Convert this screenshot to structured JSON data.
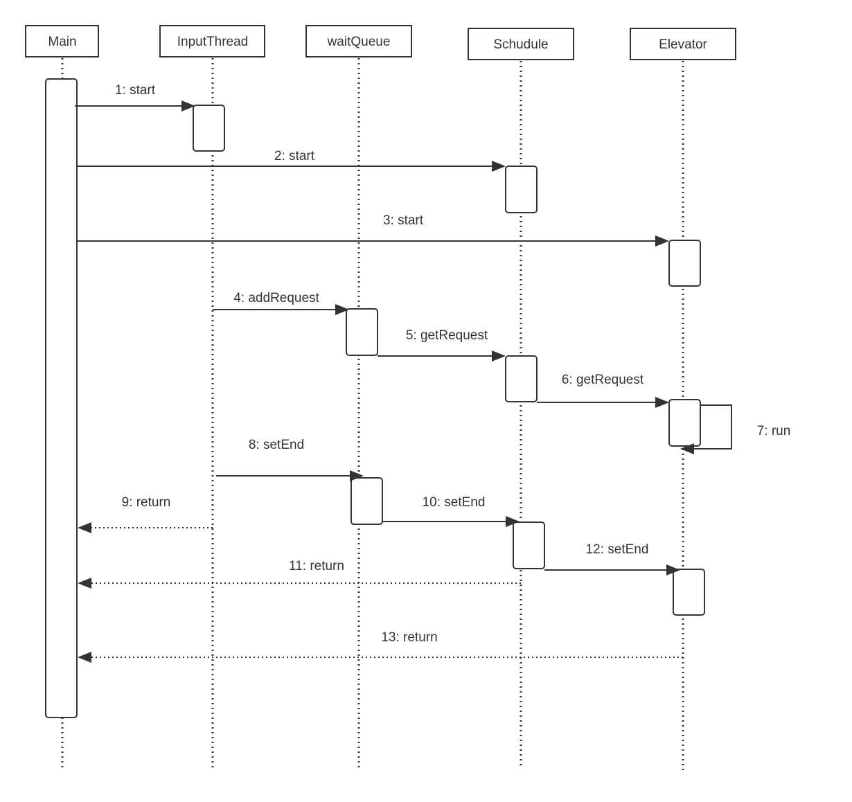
{
  "participants": [
    {
      "id": "main",
      "label": "Main"
    },
    {
      "id": "input",
      "label": "InputThread"
    },
    {
      "id": "queue",
      "label": "waitQueue"
    },
    {
      "id": "sched",
      "label": "Schudule"
    },
    {
      "id": "elev",
      "label": "Elevator"
    }
  ],
  "messages": [
    {
      "label": "1: start",
      "from": "main",
      "to": "input",
      "kind": "sync"
    },
    {
      "label": "2: start",
      "from": "main",
      "to": "sched",
      "kind": "sync"
    },
    {
      "label": "3: start",
      "from": "main",
      "to": "elev",
      "kind": "sync"
    },
    {
      "label": "4: addRequest",
      "from": "input",
      "to": "queue",
      "kind": "sync"
    },
    {
      "label": "5: getRequest",
      "from": "queue",
      "to": "sched",
      "kind": "sync"
    },
    {
      "label": "6: getRequest",
      "from": "sched",
      "to": "elev",
      "kind": "sync"
    },
    {
      "label": "7: run",
      "from": "elev",
      "to": "elev",
      "kind": "self"
    },
    {
      "label": "8: setEnd",
      "from": "input",
      "to": "queue",
      "kind": "sync"
    },
    {
      "label": "9: return",
      "from": "input",
      "to": "main",
      "kind": "return"
    },
    {
      "label": "10: setEnd",
      "from": "queue",
      "to": "sched",
      "kind": "sync"
    },
    {
      "label": "11: return",
      "from": "sched",
      "to": "main",
      "kind": "return"
    },
    {
      "label": "12: setEnd",
      "from": "sched",
      "to": "elev",
      "kind": "sync"
    },
    {
      "label": "13: return",
      "from": "elev",
      "to": "main",
      "kind": "return"
    }
  ]
}
